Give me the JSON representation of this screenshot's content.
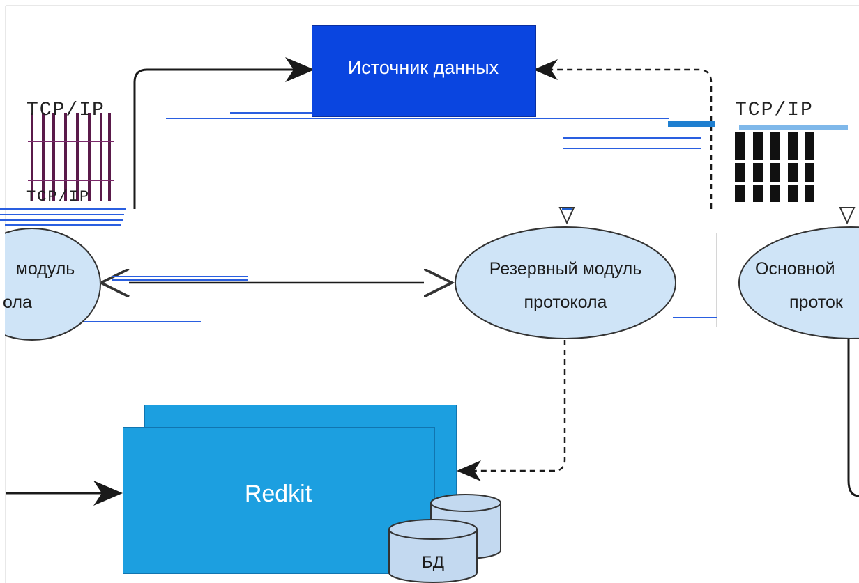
{
  "nodes": {
    "source": {
      "label": "Источник данных"
    },
    "left_module": {
      "label_line1": "модуль",
      "label_line2": "ола"
    },
    "reserve_module": {
      "label_line1": "Резервный модуль",
      "label_line2": "протокола"
    },
    "main_module": {
      "label_line1": "Основной",
      "label_line2": "проток"
    },
    "redkit": {
      "label": "Redkit"
    },
    "db": {
      "label": "БД"
    }
  },
  "labels": {
    "tcp_left": "TCP/IP",
    "tcp_left_2": "TCP/IP",
    "tcp_right": "TCP/IP"
  },
  "colors": {
    "source_fill": "#0a45e0",
    "redkit_fill": "#1c9fe0",
    "ellipse_fill": "#cfe4f7",
    "db_fill": "#c3d9f0",
    "edge": "#1a1a1a"
  }
}
